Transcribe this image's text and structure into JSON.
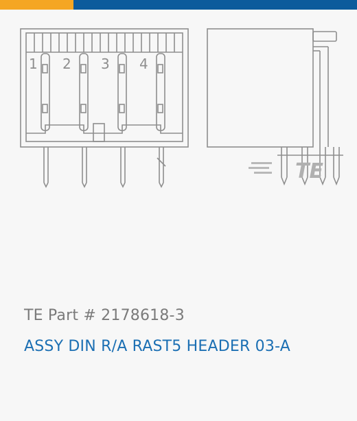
{
  "colors": {
    "accent_orange": "#f5a623",
    "accent_blue": "#0c5b9c",
    "link_blue": "#1b6fb3",
    "label_gray": "#7a7a7a",
    "drawing_stroke": "#8e8e8e"
  },
  "drawing": {
    "pin_labels": [
      "1",
      "2",
      "3",
      "4"
    ],
    "logo_text": "TE"
  },
  "product": {
    "part_number": "TE Part # 2178618-3",
    "name": "ASSY DIN R/A RAST5 HEADER 03-A"
  }
}
